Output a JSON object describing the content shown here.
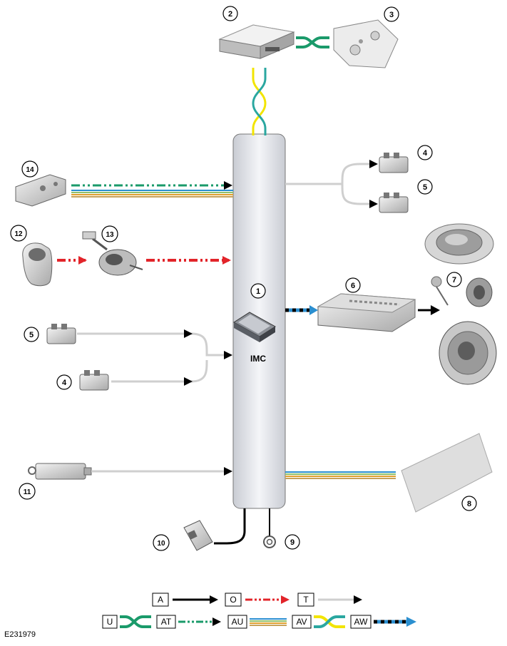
{
  "diagram_id": "E231979",
  "module": {
    "label": "IMC"
  },
  "callouts": {
    "c1": "1",
    "c2": "2",
    "c3": "3",
    "c4a": "4",
    "c5a": "5",
    "c6": "6",
    "c7": "7",
    "c8": "8",
    "c9": "9",
    "c10": "10",
    "c11": "11",
    "c12": "12",
    "c13": "13",
    "c14": "14",
    "c5b": "5",
    "c4b": "4"
  },
  "legend": {
    "a": "A",
    "o": "O",
    "t": "T",
    "u": "U",
    "at": "AT",
    "au": "AU",
    "av": "AV",
    "aw": "AW"
  },
  "colors": {
    "green": "#1a9a6a",
    "teal": "#2aa7a0",
    "yellow": "#f2e400",
    "red": "#e2242a",
    "gray_wire": "#cfcfcf",
    "blue": "#2b8fd0",
    "orange": "#e0a030",
    "black": "#000000"
  }
}
